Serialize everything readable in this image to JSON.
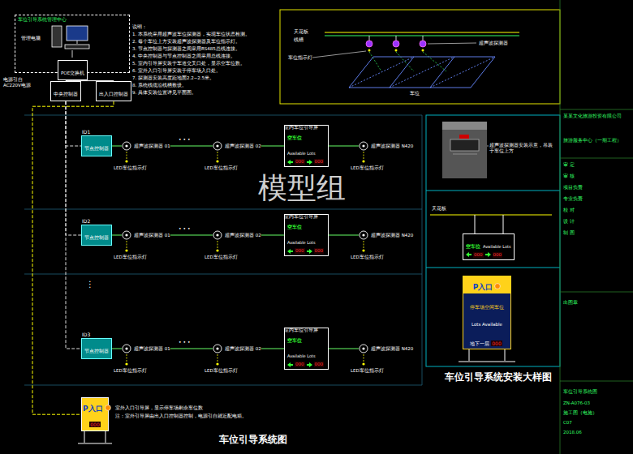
{
  "diagram": {
    "caption": "车位引导系统图",
    "nodes": [
      {
        "text": [
          "车位引导系统管理中心"
        ]
      },
      {
        "text": [
          "POE交换机"
        ],
        "in": 0
      },
      {
        "text": [
          "中央控制器"
        ]
      },
      {
        "text": [
          "出入口控制器"
        ]
      },
      {
        "text": [
          "ID1",
          "节点控制器"
        ]
      },
      {
        "text": [
          "超声波探测器 01"
        ]
      },
      {
        "text": [
          "超声波探测器 02"
        ]
      },
      {
        "text": [
          "空车位",
          "Available Lots",
          "000",
          "000"
        ]
      },
      {
        "text": [
          "超声波探测器 N420"
        ]
      },
      {
        "text": [
          "ID2",
          "节点控制器"
        ]
      },
      {
        "text": [
          "超声波探测器 01"
        ]
      },
      {
        "text": [
          "超声波探测器 02"
        ]
      },
      {
        "text": [
          "空车位",
          "Available Lots",
          "000",
          "000"
        ]
      },
      {
        "text": [
          "超声波探测器 N420"
        ]
      },
      {
        "text": [
          "ID3",
          "节点控制器"
        ]
      },
      {
        "text": [
          "超声波探测器 01"
        ]
      },
      {
        "text": [
          "超声波探测器 02"
        ]
      },
      {
        "text": [
          "空车位",
          "Available Lots",
          "000",
          "000"
        ]
      },
      {
        "text": [
          "超声波探测器 N420"
        ]
      },
      {
        "text": [
          "P入口",
          "000"
        ]
      },
      {
        "text": [
          "空车位",
          "Available Lots",
          "000",
          "000"
        ]
      },
      {
        "text": [
          "P入口",
          "停车场空闲车位",
          "Lots Available",
          "地下一层",
          "000"
        ]
      }
    ],
    "edges": [
      {
        "from": 1,
        "to": 2,
        "arrow": "none"
      },
      {
        "from": 1,
        "to": 3,
        "arrow": "none"
      },
      {
        "from": 2,
        "to": 4,
        "arrow": "none"
      },
      {
        "from": 2,
        "to": 9,
        "arrow": "none"
      },
      {
        "from": 2,
        "to": 14,
        "arrow": "none"
      },
      {
        "from": 4,
        "to": 5,
        "arrow": "none"
      },
      {
        "from": 5,
        "to": 6,
        "arrow": "none"
      },
      {
        "from": 6,
        "to": 7,
        "arrow": "none"
      },
      {
        "from": 7,
        "to": 8,
        "arrow": "none"
      },
      {
        "from": 9,
        "to": 10,
        "arrow": "none"
      },
      {
        "from": 10,
        "to": 11,
        "arrow": "none"
      },
      {
        "from": 11,
        "to": 12,
        "arrow": "none"
      },
      {
        "from": 12,
        "to": 13,
        "arrow": "none"
      },
      {
        "from": 14,
        "to": 15,
        "arrow": "none"
      },
      {
        "from": 15,
        "to": 16,
        "arrow": "none"
      },
      {
        "from": 16,
        "to": 17,
        "arrow": "none"
      },
      {
        "from": 17,
        "to": 18,
        "arrow": "none"
      },
      {
        "from": 3,
        "to": 19,
        "arrow": "none"
      }
    ],
    "labels": [
      "管理电脑",
      "电源引自 AC220V电源",
      "说明：",
      "1. 本系统采用超声波车位探测器，实现车位状态检测。",
      "2. 每个车位上方安装超声波探测器及车位指示灯。",
      "3. 节点控制器与探测器之间采用RS485总线连接。",
      "4. 中央控制器与节点控制器之间采用总线连接。",
      "5. 室内引导屏安装于车道交叉口处，显示空车位数。",
      "6. 室外入口引导屏安装于停车场入口处。",
      "7. 探测器安装高度距地面2.2~2.5米。",
      "8. 系统线缆沿线槽敷设。",
      "9. 具体安装位置详见平面图。",
      "室内车位引导屏",
      "• • •",
      "LED车位指示灯",
      "LED车位指示灯",
      "LED车位指示灯",
      "室内车位引导屏",
      "• • •",
      "LED车位指示灯",
      "LED车位指示灯",
      "LED车位指示灯",
      "⋮",
      "室内车位引导屏",
      "• • •",
      "LED车位指示灯",
      "LED车位指示灯",
      "LED车位指示灯",
      "室外入口引导屏，显示停车场剩余车位数",
      "注：室外引导屏由出入口控制器控制，电源引自就近配电箱。",
      "模型组",
      "天花板",
      "线槽",
      "超声波探测器",
      "车位指示灯",
      "车位",
      "超声波探测器安装示意，吊装于车位上方",
      "天花板",
      "车位引导系统安装大样图",
      "某某文化旅游投资有限公司",
      "旅游服务中心（一期工程）",
      "审 定",
      "审 核",
      "项目负责",
      "专业负责",
      "校 对",
      "设 计",
      "制 图",
      "出图章",
      "车位引导系统图",
      "ZN-A076-03",
      "施工图（电施）",
      "C07",
      "2018.06"
    ]
  }
}
